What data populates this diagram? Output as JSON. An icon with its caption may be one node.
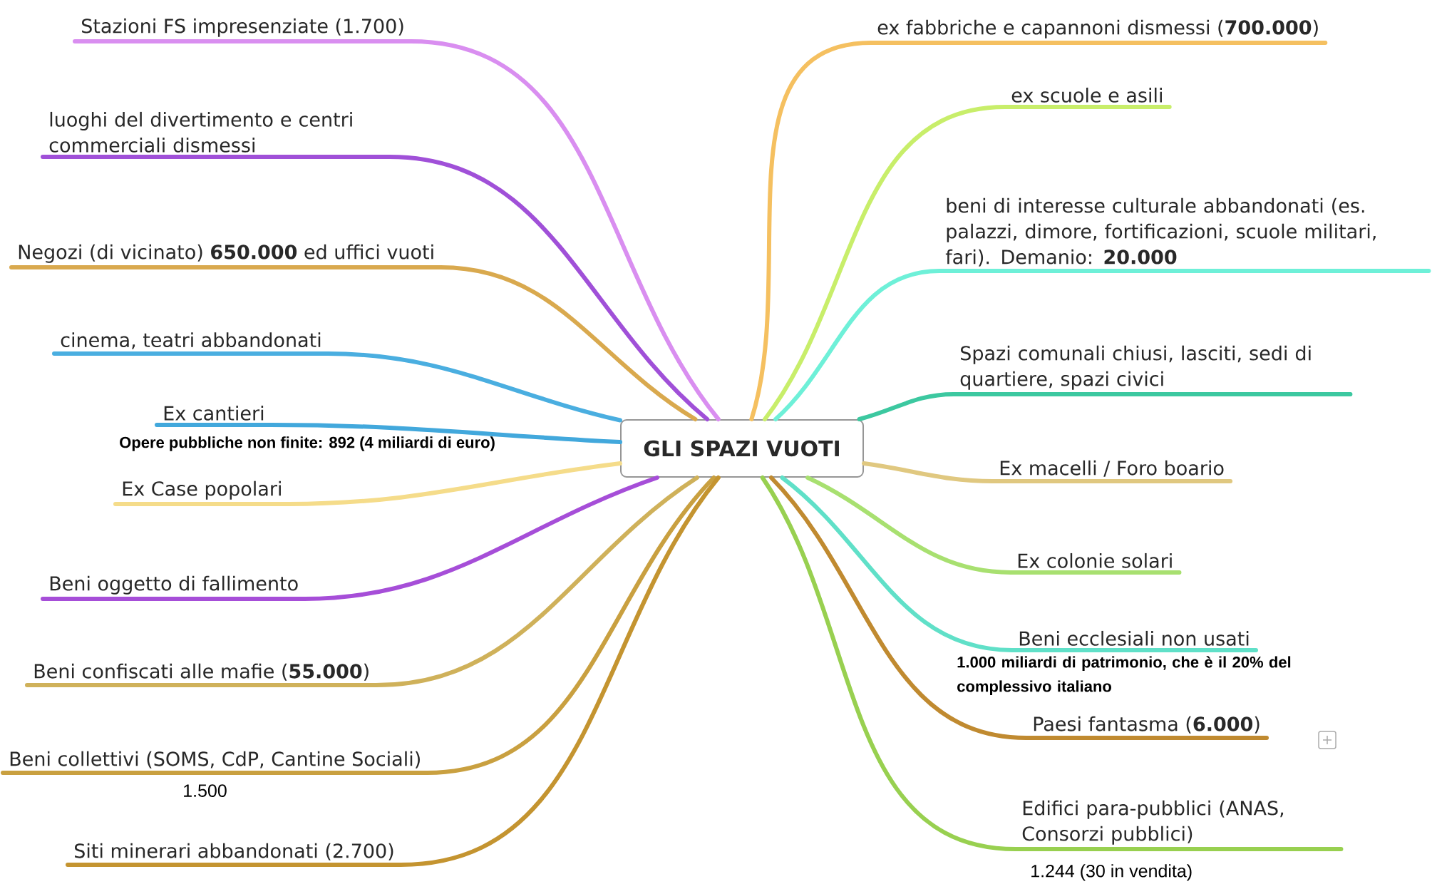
{
  "diagram": {
    "nodes": [
      {
        "text": [
          "GLI SPAZI VUOTI"
        ]
      },
      {
        "text": [
          "Stazioni FS impresenziate (1.700)"
        ]
      },
      {
        "text": [
          "luoghi del divertimento e centri commerciali dismessi"
        ]
      },
      {
        "text": [
          "Negozi (di vicinato) **650.000** ed uffici vuoti"
        ]
      },
      {
        "text": [
          "cinema, teatri abbandonati"
        ]
      },
      {
        "text": [
          "Ex cantieri"
        ],
        "beside": [
          "Opere pubbliche non finite: 892 (4 miliardi di euro)"
        ]
      },
      {
        "text": [
          "Ex Case popolari"
        ]
      },
      {
        "text": [
          "Beni oggetto di fallimento"
        ]
      },
      {
        "text": [
          "Beni confiscati alle mafie (**55.000**)"
        ]
      },
      {
        "text": [
          "Beni collettivi (SOMS, CdP, Cantine Sociali)"
        ],
        "beside": [
          "1.500"
        ]
      },
      {
        "text": [
          "Siti minerari abbandonati (2.700)"
        ]
      },
      {
        "text": [
          "ex fabbriche e capannoni dismessi (**700.000**)"
        ]
      },
      {
        "text": [
          "ex scuole e asili"
        ]
      },
      {
        "text": [
          "beni di interesse culturale abbandonati (es. palazzi, dimore, fortificazioni, scuole militari, fari). Demanio: **20.000**"
        ]
      },
      {
        "text": [
          "Spazi comunali chiusi, lasciti, sedi di quartiere, spazi civici"
        ]
      },
      {
        "text": [
          "Ex macelli / Foro boario"
        ]
      },
      {
        "text": [
          "Ex colonie solari"
        ]
      },
      {
        "text": [
          "Beni ecclesiali non usati"
        ],
        "beside": [
          "1.000 miliardi di patrimonio, che è il 20% del complessivo italiano"
        ]
      },
      {
        "text": [
          "Paesi fantasma (**6.000**)"
        ]
      },
      {
        "text": [
          "Edifici para-pubblici (ANAS, Consorzi pubblici)"
        ],
        "beside": [
          "1.244 (30 in vendita)"
        ]
      }
    ],
    "edges": [
      {
        "from": 0,
        "to": 1,
        "arrow": "none",
        "color": "#d98ef0"
      },
      {
        "from": 0,
        "to": 2,
        "arrow": "none",
        "color": "#a050d8"
      },
      {
        "from": 0,
        "to": 3,
        "arrow": "none",
        "color": "#d9a94e"
      },
      {
        "from": 0,
        "to": 4,
        "arrow": "none",
        "color": "#4aaee0"
      },
      {
        "from": 0,
        "to": 5,
        "arrow": "none",
        "color": "#42a8dc"
      },
      {
        "from": 0,
        "to": 6,
        "arrow": "none",
        "color": "#f5dc8a"
      },
      {
        "from": 0,
        "to": 7,
        "arrow": "none",
        "color": "#a64ed8"
      },
      {
        "from": 0,
        "to": 8,
        "arrow": "none",
        "color": "#cfb15a"
      },
      {
        "from": 0,
        "to": 9,
        "arrow": "none",
        "color": "#c9a040"
      },
      {
        "from": 0,
        "to": 10,
        "arrow": "none",
        "color": "#c49430"
      },
      {
        "from": 0,
        "to": 11,
        "arrow": "none",
        "color": "#f5c060"
      },
      {
        "from": 0,
        "to": 12,
        "arrow": "none",
        "color": "#c8ee6a"
      },
      {
        "from": 0,
        "to": 13,
        "arrow": "none",
        "color": "#6ef0d8"
      },
      {
        "from": 0,
        "to": 14,
        "arrow": "none",
        "color": "#3cc8a0"
      },
      {
        "from": 0,
        "to": 15,
        "arrow": "none",
        "color": "#e0c880"
      },
      {
        "from": 0,
        "to": 16,
        "arrow": "none",
        "color": "#a8e070"
      },
      {
        "from": 0,
        "to": 17,
        "arrow": "none",
        "color": "#60e0c8"
      },
      {
        "from": 0,
        "to": 18,
        "arrow": "none",
        "color": "#c08a30"
      },
      {
        "from": 0,
        "to": 19,
        "arrow": "none",
        "color": "#98d050"
      }
    ]
  }
}
